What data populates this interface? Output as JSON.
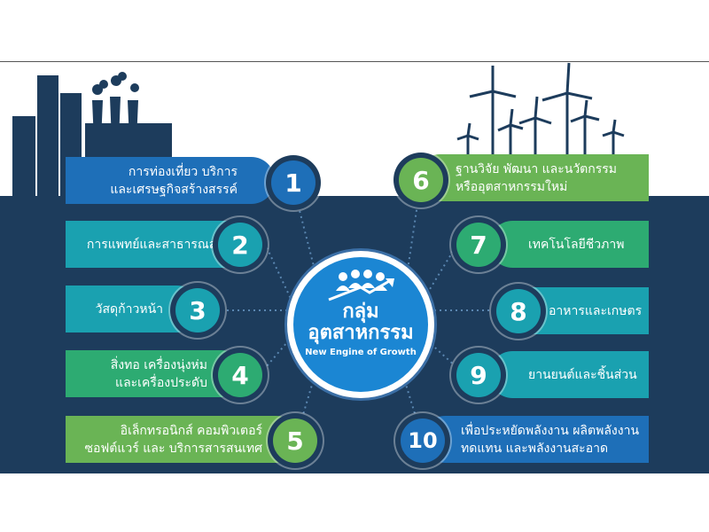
{
  "colors": {
    "navy": "#1d3c5c",
    "blue": "#1e6fb8",
    "teal": "#1aa1b0",
    "green": "#2dab72",
    "lightgreen": "#6ab455",
    "hub": "#1b86d3"
  },
  "hub": {
    "icon": "people-growth-icon",
    "title_line1": "กลุ่ม",
    "title_line2": "อุตสาหกรรม",
    "subtitle": "New Engine of Growth"
  },
  "items": [
    {
      "number": "1",
      "lines": [
        "การท่องเที่ยว บริการ",
        "และเศรษฐกิจสร้างสรรค์"
      ],
      "color": "#1e6fb8"
    },
    {
      "number": "2",
      "lines": [
        "การแพทย์และสาธารณสุข"
      ],
      "color": "#1aa1b0"
    },
    {
      "number": "3",
      "lines": [
        "วัสดุก้าวหน้า"
      ],
      "color": "#1aa1b0"
    },
    {
      "number": "4",
      "lines": [
        "สิ่งทอ เครื่องนุ่งห่ม",
        "และเครื่องประดับ"
      ],
      "color": "#2dab72"
    },
    {
      "number": "5",
      "lines": [
        "อิเล็กทรอนิกส์ คอมพิวเตอร์",
        "ซอฟต์แวร์ และ บริการสารสนเทศ"
      ],
      "color": "#6ab455"
    },
    {
      "number": "6",
      "lines": [
        "ฐานวิจัย พัฒนา และนวัตกรรม",
        "หรืออุตสาหกรรมใหม่"
      ],
      "color": "#6ab455"
    },
    {
      "number": "7",
      "lines": [
        "เทคโนโลยีชีวภาพ"
      ],
      "color": "#2dab72"
    },
    {
      "number": "8",
      "lines": [
        "อาหารและเกษตร"
      ],
      "color": "#1aa1b0"
    },
    {
      "number": "9",
      "lines": [
        "ยานยนต์และชิ้นส่วน"
      ],
      "color": "#1aa1b0"
    },
    {
      "number": "10",
      "lines": [
        "เพื่อประหยัดพลังงาน ผลิตพลังงาน",
        "ทดแทน และพลังงานสะอาด"
      ],
      "color": "#1e6fb8"
    }
  ]
}
